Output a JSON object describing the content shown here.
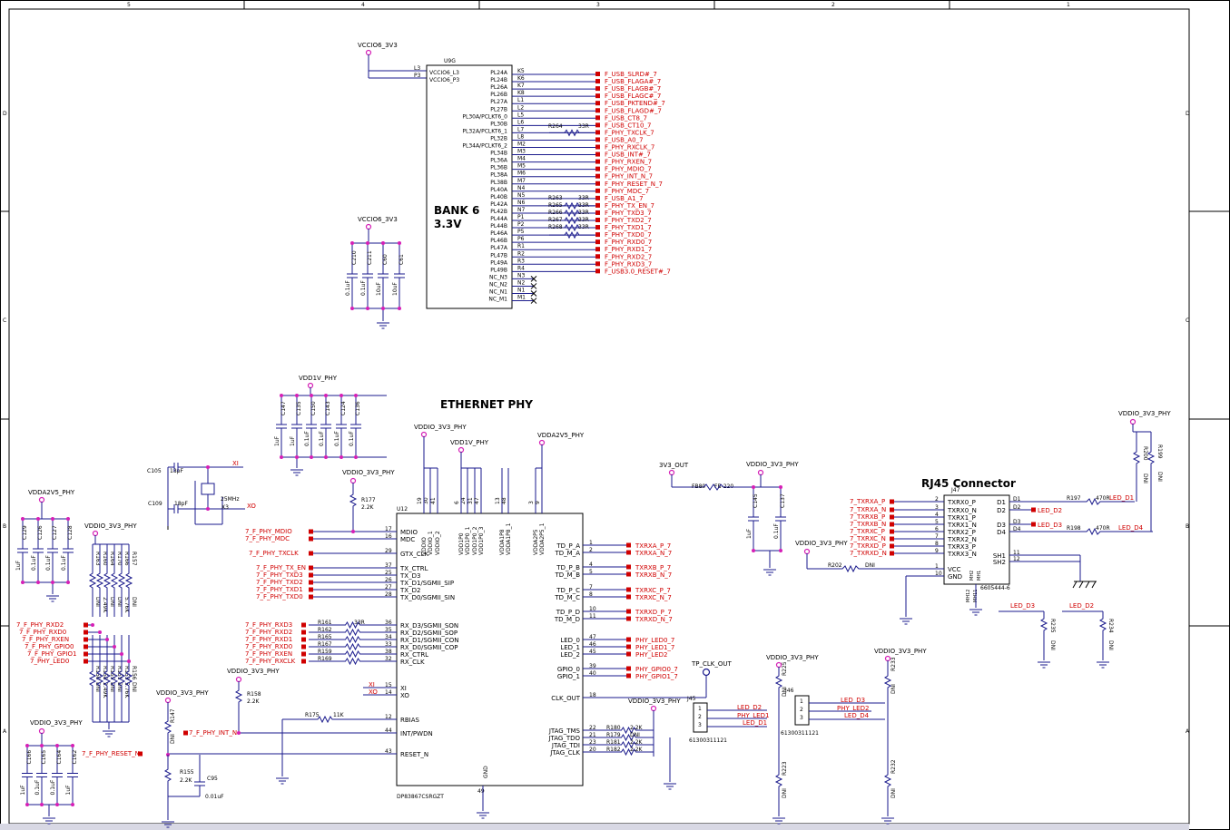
{
  "border": {
    "columns": [
      "5",
      "4",
      "3",
      "2",
      "1"
    ],
    "rows": [
      "D",
      "C",
      "B",
      "A"
    ]
  },
  "titles": {
    "bank": [
      "BANK 6",
      "3.3V"
    ],
    "phy": "ETHERNET PHY",
    "rj45": "RJ45 Connector"
  },
  "u9g": {
    "ref": "U9G",
    "power_pins": [
      {
        "num": "L3",
        "name": "VCCIO6_L3"
      },
      {
        "num": "P3",
        "name": "VCCIO6_P3"
      }
    ],
    "pins": [
      {
        "pin": "PL24A",
        "ball": "K5",
        "net": "F_USB_SLRD#_7"
      },
      {
        "pin": "PL24B",
        "ball": "K6",
        "net": "F_USB_FLAGA#_7"
      },
      {
        "pin": "PL26A",
        "ball": "K7",
        "net": "F_USB_FLAGB#_7"
      },
      {
        "pin": "PL26B",
        "ball": "K8",
        "net": "F_USB_FLAGC#_7"
      },
      {
        "pin": "PL27A",
        "ball": "L1",
        "net": "F_USB_PKTEND#_7"
      },
      {
        "pin": "PL27B",
        "ball": "L2",
        "net": "F_USB_FLAGD#_7"
      },
      {
        "pin": "PL30A/PCLKT6_0",
        "ball": "L5",
        "net": "F_USB_CT8_7"
      },
      {
        "pin": "PL30B",
        "ball": "L6",
        "net": "F_USB_CT10_7"
      },
      {
        "pin": "PL32A/PCLKT6_1",
        "ball": "L7",
        "net": "F_PHY_TXCLK_7"
      },
      {
        "pin": "PL32B",
        "ball": "L8",
        "net": "F_USB_A0_7"
      },
      {
        "pin": "PL34A/PCLKT6_2",
        "ball": "M2",
        "net": "F_PHY_RXCLK_7"
      },
      {
        "pin": "PL34B",
        "ball": "M3",
        "net": "F_USB_INT#_7"
      },
      {
        "pin": "PL36A",
        "ball": "M4",
        "net": "F_PHY_RXEN_7"
      },
      {
        "pin": "PL36B",
        "ball": "M5",
        "net": "F_PHY_MDIO_7"
      },
      {
        "pin": "PL38A",
        "ball": "M6",
        "net": "F_PHY_INT_N_7"
      },
      {
        "pin": "PL38B",
        "ball": "M7",
        "net": "F_PHY_RESET_N_7"
      },
      {
        "pin": "PL40A",
        "ball": "N4",
        "net": "F_PHY_MDC_7"
      },
      {
        "pin": "PL40B",
        "ball": "N5",
        "net": "F_USB_A1_7"
      },
      {
        "pin": "PL42A",
        "ball": "N6",
        "net": "F_PHY_TX_EN_7"
      },
      {
        "pin": "PL42B",
        "ball": "N7",
        "net": "F_PHY_TXD3_7"
      },
      {
        "pin": "PL44A",
        "ball": "P1",
        "net": "F_PHY_TXD2_7"
      },
      {
        "pin": "PL44B",
        "ball": "P2",
        "net": "F_PHY_TXD1_7"
      },
      {
        "pin": "PL46A",
        "ball": "P5",
        "net": "F_PHY_TXD0_7"
      },
      {
        "pin": "PL46B",
        "ball": "P6",
        "net": "F_PHY_RXD0_7"
      },
      {
        "pin": "PL47A",
        "ball": "R1",
        "net": "F_PHY_RXD1_7"
      },
      {
        "pin": "PL47B",
        "ball": "R2",
        "net": "F_PHY_RXD2_7"
      },
      {
        "pin": "PL49A",
        "ball": "R3",
        "net": "F_PHY_RXD3_7"
      },
      {
        "pin": "PL49B",
        "ball": "R4",
        "net": "F_USB3.0_RESET#_7"
      },
      {
        "pin": "NC_N3",
        "ball": "N3",
        "net": ""
      },
      {
        "pin": "NC_N2",
        "ball": "N2",
        "net": ""
      },
      {
        "pin": "NC_N1",
        "ball": "N1",
        "net": ""
      },
      {
        "pin": "NC_M1",
        "ball": "M1",
        "net": ""
      }
    ],
    "series_resistors": [
      {
        "ref": "R264",
        "value": "33R"
      },
      {
        "ref": "R263",
        "value": "33R"
      },
      {
        "ref": "R265",
        "value": "33R"
      },
      {
        "ref": "R266",
        "value": "33R"
      },
      {
        "ref": "R267",
        "value": "33R"
      },
      {
        "ref": "R268",
        "value": "33R"
      }
    ]
  },
  "u12": {
    "ref": "U12",
    "part": "DP83867CSRGZT",
    "power_pins": [
      {
        "num": "19",
        "name": "VDDIO"
      },
      {
        "num": "30",
        "name": "VDDIO_1"
      },
      {
        "num": "41",
        "name": "VDDIO_2"
      },
      {
        "num": "6",
        "name": "VDD1P0"
      },
      {
        "num": "24",
        "name": "VDD1P0_1"
      },
      {
        "num": "31",
        "name": "VDD1P0_2"
      },
      {
        "num": "47",
        "name": "VDD1P0_3"
      },
      {
        "num": "13",
        "name": "VDDA1P8"
      },
      {
        "num": "48",
        "name": "VDDA1P8_1"
      },
      {
        "num": "3",
        "name": "VDDA2P5"
      },
      {
        "num": "9",
        "name": "VDDA2P5_1"
      }
    ],
    "left_pins": [
      {
        "num": "17",
        "name": "MDIO",
        "net": "7_F_PHY_MDIO"
      },
      {
        "num": "16",
        "name": "MDC",
        "net": "7_F_PHY_MDC"
      },
      {
        "num": "29",
        "name": "GTX_CLK",
        "net": "7_F_PHY_TXCLK"
      },
      {
        "num": "37",
        "name": "TX_CTRL",
        "net": "7_F_PHY_TX_EN"
      },
      {
        "num": "25",
        "name": "TX_D3",
        "net": "7_F_PHY_TXD3"
      },
      {
        "num": "26",
        "name": "TX_D1/SGMII_SIP",
        "net": "7_F_PHY_TXD2"
      },
      {
        "num": "27",
        "name": "TX_D2",
        "net": "7_F_PHY_TXD1"
      },
      {
        "num": "28",
        "name": "TX_D0/SGMII_SIN",
        "net": "7_F_PHY_TXD0"
      },
      {
        "num": "36",
        "name": "RX_D3/SGMII_SON",
        "net": "7_F_PHY_RXD3",
        "res": "R161"
      },
      {
        "num": "35",
        "name": "RX_D2/SGMII_SOP",
        "net": "7_F_PHY_RXD2",
        "res": "R162"
      },
      {
        "num": "34",
        "name": "RX_D1/SGMII_CON",
        "net": "7_F_PHY_RXD1",
        "res": "R165"
      },
      {
        "num": "33",
        "name": "RX_D0/SGMII_COP",
        "net": "7_F_PHY_RXD0",
        "res": "R167"
      },
      {
        "num": "38",
        "name": "RX_CTRL",
        "net": "7_F_PHY_RXEN",
        "res": "R159"
      },
      {
        "num": "32",
        "name": "RX_CLK",
        "net": "7_F_PHY_RXCLK",
        "res": "R169"
      },
      {
        "num": "15",
        "name": "XI",
        "net": "XI"
      },
      {
        "num": "14",
        "name": "XO",
        "net": "XO"
      },
      {
        "num": "12",
        "name": "RBIAS",
        "net": ""
      },
      {
        "num": "44",
        "name": "INT/PWDN",
        "net": "7_F_PHY_INT_N"
      },
      {
        "num": "43",
        "name": "RESET_N",
        "net": "7_F_PHY_RESET_N"
      }
    ],
    "rx_resistor_value": "33R",
    "right_pins": [
      {
        "num": "1",
        "name": "TD_P_A",
        "net": "TXRXA_P_7"
      },
      {
        "num": "2",
        "name": "TD_M_A",
        "net": "TXRXA_N_7"
      },
      {
        "num": "4",
        "name": "TD_P_B",
        "net": "TXRXB_P_7"
      },
      {
        "num": "5",
        "name": "TD_M_B",
        "net": "TXRXB_N_7"
      },
      {
        "num": "7",
        "name": "TD_P_C",
        "net": "TXRXC_P_7"
      },
      {
        "num": "8",
        "name": "TD_M_C",
        "net": "TXRXC_N_7"
      },
      {
        "num": "10",
        "name": "TD_P_D",
        "net": "TXRXD_P_7"
      },
      {
        "num": "11",
        "name": "TD_M_D",
        "net": "TXRXD_N_7"
      },
      {
        "num": "47",
        "name": "LED_0",
        "net": "PHY_LED0_7"
      },
      {
        "num": "46",
        "name": "LED_1",
        "net": "PHY_LED1_7"
      },
      {
        "num": "45",
        "name": "LED_2",
        "net": "PHY_LED2"
      },
      {
        "num": "39",
        "name": "GPIO_0",
        "net": "PHY_GPIO0_7"
      },
      {
        "num": "40",
        "name": "GPIO_1",
        "net": "PHY_GPIO1_7"
      },
      {
        "num": "18",
        "name": "CLK_OUT",
        "net": ""
      },
      {
        "num": "22",
        "name": "JTAG_TMS",
        "net": "",
        "res": "R180",
        "val": "2.2K"
      },
      {
        "num": "21",
        "name": "JTAG_TDO",
        "net": "",
        "res": "R179",
        "val": "DNI"
      },
      {
        "num": "23",
        "name": "JTAG_TDI",
        "net": "",
        "res": "R181",
        "val": "2.2K"
      },
      {
        "num": "20",
        "name": "JTAG_CLK",
        "net": "",
        "res": "R182",
        "val": "2.2K"
      }
    ],
    "gnd_pin": {
      "num": "49",
      "name": "GND"
    }
  },
  "rails": {
    "vccio6": "VCCIO6_3V3",
    "vdd1v": "VDD1V_PHY",
    "vddio": "VDDIO_3V3_PHY",
    "vdda25": "VDDA2V5_PHY",
    "v3v3out": "3V3_OUT"
  },
  "caps_bank6": [
    {
      "ref": "C210",
      "value": "0.1uF"
    },
    {
      "ref": "C211",
      "value": "0.1uF"
    },
    {
      "ref": "C60",
      "value": "10uF"
    },
    {
      "ref": "C61",
      "value": "10uF"
    }
  ],
  "caps_vdd1v": [
    {
      "ref": "C147",
      "value": "1uF"
    },
    {
      "ref": "C135",
      "value": "1uF"
    },
    {
      "ref": "C150",
      "value": "0.1uF"
    },
    {
      "ref": "C143",
      "value": "0.1uF"
    },
    {
      "ref": "C124",
      "value": "0.1uF"
    },
    {
      "ref": "C136",
      "value": "0.1uF"
    }
  ],
  "caps_vdda": [
    {
      "ref": "C129",
      "value": "1uF"
    },
    {
      "ref": "C126",
      "value": "0.1uF"
    },
    {
      "ref": "C127",
      "value": "0.1uF"
    },
    {
      "ref": "C128",
      "value": "0.1uF"
    }
  ],
  "caps_vddio": [
    {
      "ref": "C166",
      "value": "1uF"
    },
    {
      "ref": "C165",
      "value": "0.1uF"
    },
    {
      "ref": "C164",
      "value": "0.1uF"
    },
    {
      "ref": "C162",
      "value": "1uF"
    }
  ],
  "caps_3v3out": [
    {
      "ref": "C145",
      "value": "1uF"
    },
    {
      "ref": "C137",
      "value": "0.1uF"
    }
  ],
  "crystal": {
    "ref": "X3",
    "freq": "25MHz",
    "c1": {
      "ref": "C105",
      "value": "18pF"
    },
    "c2": {
      "ref": "C109",
      "value": "18pF"
    },
    "xi": "XI",
    "xo": "XO"
  },
  "strap_resistors": {
    "up": [
      "R163",
      "R160",
      "R164",
      "R170",
      "R166",
      "R157"
    ],
    "down": [
      "R150",
      "R158",
      "R155",
      "R151",
      "R153",
      "R156"
    ],
    "values": [
      "DNI",
      "2.49K",
      "DNI",
      "DNI",
      "5.76K",
      "DNI"
    ],
    "nets": [
      "7_F_PHY_RXD2",
      "7_F_PHY_RXD0",
      "7_F_PHY_RXEN",
      "7_F_PHY_GPIO0",
      "7_F_PHY_GPIO1",
      "7_PHY_LED0"
    ]
  },
  "misc_parts": {
    "r177": {
      "ref": "R177",
      "value": "2.2K"
    },
    "r158": {
      "ref": "R158",
      "value": "2.2K"
    },
    "r175": {
      "ref": "R175",
      "value": "11K"
    },
    "r147": {
      "ref": "R147",
      "value": "DNI"
    },
    "r155": {
      "ref": "R155",
      "value": "2.2K"
    },
    "c95": {
      "ref": "C95",
      "value": "0.01uF"
    },
    "fb": {
      "ref": "FB80",
      "value": "FB-220"
    },
    "r202": {
      "ref": "R202",
      "value": "DNI"
    },
    "r197": {
      "ref": "R197",
      "value": "470R"
    },
    "r198": {
      "ref": "R198",
      "value": "470R"
    },
    "r199": {
      "ref": "R199",
      "value": "DNI"
    },
    "r200": {
      "ref": "R200",
      "value": "DNI"
    },
    "r235": {
      "ref": "R235",
      "value": "DNI"
    },
    "r234": {
      "ref": "R234",
      "value": "DNI"
    },
    "r225": {
      "ref": "R225",
      "value": "DNI"
    },
    "r223": {
      "ref": "R223",
      "value": "DNI"
    },
    "r233": {
      "ref": "R233",
      "value": "DNI"
    },
    "r232": {
      "ref": "R232",
      "value": "DNI"
    },
    "tp": "TP_CLK_OUT"
  },
  "j47": {
    "ref": "J47",
    "part": "6605444-6",
    "left": [
      {
        "num": "2",
        "name": "TXRX0_P",
        "net": "7_TXRXA_P"
      },
      {
        "num": "3",
        "name": "TXRX0_N",
        "net": "7_TXRXA_N"
      },
      {
        "num": "4",
        "name": "TXRX1_P",
        "net": "7_TXRXB_P"
      },
      {
        "num": "5",
        "name": "TXRX1_N",
        "net": "7_TXRXB_N"
      },
      {
        "num": "6",
        "name": "TXRX2_P",
        "net": "7_TXRXC_P"
      },
      {
        "num": "7",
        "name": "TXRX2_N",
        "net": "7_TXRXC_N"
      },
      {
        "num": "8",
        "name": "TXRX3_P",
        "net": "7_TXRXD_P"
      },
      {
        "num": "9",
        "name": "TXRX3_N",
        "net": "7_TXRXD_N"
      },
      {
        "num": "1",
        "name": "VCC",
        "net": ""
      },
      {
        "num": "10",
        "name": "GND",
        "net": ""
      }
    ],
    "right": [
      {
        "num": "D1",
        "name": "D1",
        "net": "LED_D1"
      },
      {
        "num": "D2",
        "name": "D2",
        "net": "LED_D2"
      },
      {
        "num": "D3",
        "name": "D3",
        "net": "LED_D3"
      },
      {
        "num": "D4",
        "name": "D4",
        "net": "LED_D4"
      },
      {
        "num": "11",
        "name": "SH1",
        "net": ""
      },
      {
        "num": "12",
        "name": "SH2",
        "net": ""
      }
    ],
    "bottom": [
      "MH2",
      "MH1",
      "MH12",
      "MH11"
    ]
  },
  "j45": {
    "ref": "J45",
    "part": "61300311121",
    "pins": [
      "1",
      "2",
      "3"
    ],
    "nets": [
      "LED_D2",
      "PHY_LED1",
      "LED_D1"
    ]
  },
  "j46": {
    "ref": "J46",
    "part": "61300311121",
    "pins": [
      "1",
      "2",
      "3"
    ],
    "nets": [
      "LED_D3",
      "PHY_LED2",
      "LED_D4"
    ]
  },
  "led_labels": {
    "d3": "LED_D3",
    "d2": "LED_D2"
  }
}
